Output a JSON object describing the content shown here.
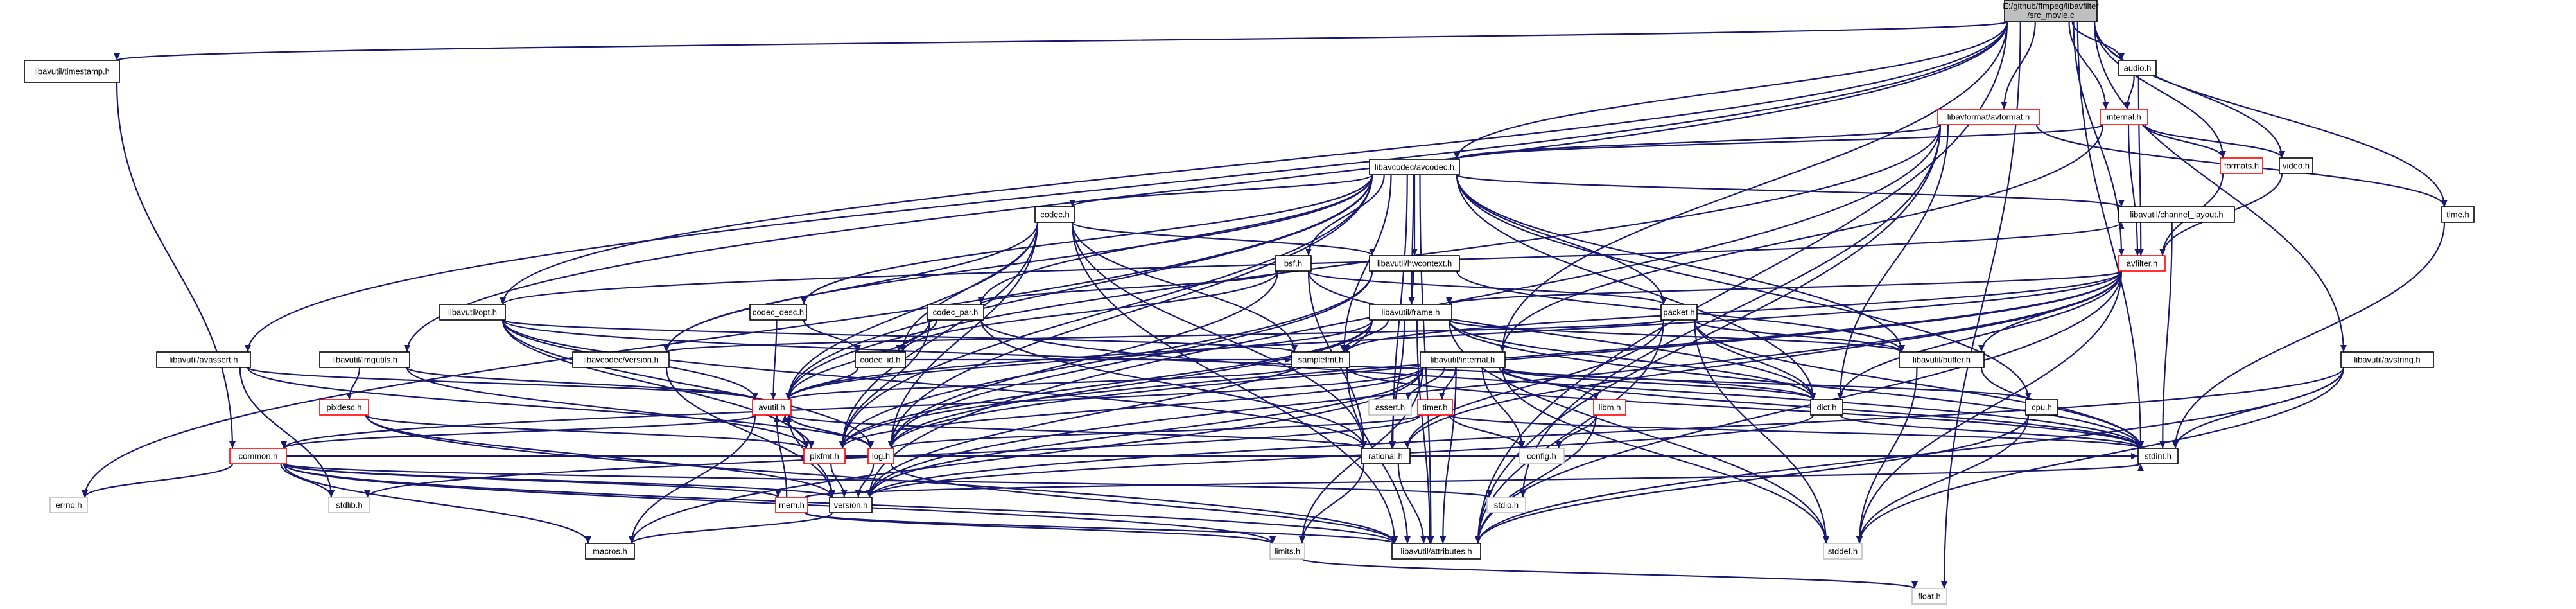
{
  "nodes": [
    {
      "id": "root",
      "label": "E:/github/ffmpeg/libavfilter/src_movie.c",
      "style": "root"
    },
    {
      "id": "timestamp",
      "label": "libavutil/timestamp.h",
      "style": "normal"
    },
    {
      "id": "audio",
      "label": "audio.h",
      "style": "normal"
    },
    {
      "id": "avformat",
      "label": "libavformat/avformat.h",
      "style": "red"
    },
    {
      "id": "internal",
      "label": "internal.h",
      "style": "red"
    },
    {
      "id": "avcodec",
      "label": "libavcodec/avcodec.h",
      "style": "normal"
    },
    {
      "id": "formats",
      "label": "formats.h",
      "style": "red"
    },
    {
      "id": "video",
      "label": "video.h",
      "style": "normal"
    },
    {
      "id": "codec",
      "label": "codec.h",
      "style": "normal"
    },
    {
      "id": "channel_layout",
      "label": "libavutil/channel_layout.h",
      "style": "normal"
    },
    {
      "id": "time",
      "label": "time.h",
      "style": "normal"
    },
    {
      "id": "bsf",
      "label": "bsf.h",
      "style": "normal"
    },
    {
      "id": "hwcontext",
      "label": "libavutil/hwcontext.h",
      "style": "normal"
    },
    {
      "id": "avfilter",
      "label": "avfilter.h",
      "style": "red"
    },
    {
      "id": "opt",
      "label": "libavutil/opt.h",
      "style": "normal"
    },
    {
      "id": "codec_desc",
      "label": "codec_desc.h",
      "style": "normal"
    },
    {
      "id": "codec_par",
      "label": "codec_par.h",
      "style": "normal"
    },
    {
      "id": "frame",
      "label": "libavutil/frame.h",
      "style": "normal"
    },
    {
      "id": "packet",
      "label": "packet.h",
      "style": "normal"
    },
    {
      "id": "avassert",
      "label": "libavutil/avassert.h",
      "style": "normal"
    },
    {
      "id": "imgutils",
      "label": "libavutil/imgutils.h",
      "style": "normal"
    },
    {
      "id": "lavcversion",
      "label": "libavcodec/version.h",
      "style": "normal"
    },
    {
      "id": "codec_id",
      "label": "codec_id.h",
      "style": "normal"
    },
    {
      "id": "samplefmt",
      "label": "samplefmt.h",
      "style": "normal"
    },
    {
      "id": "lavuinternal",
      "label": "libavutil/internal.h",
      "style": "normal"
    },
    {
      "id": "buffer",
      "label": "libavutil/buffer.h",
      "style": "normal"
    },
    {
      "id": "avstring",
      "label": "libavutil/avstring.h",
      "style": "normal"
    },
    {
      "id": "pixdesc",
      "label": "pixdesc.h",
      "style": "red"
    },
    {
      "id": "avutil",
      "label": "avutil.h",
      "style": "red"
    },
    {
      "id": "assert",
      "label": "assert.h",
      "style": "gray"
    },
    {
      "id": "timer",
      "label": "timer.h",
      "style": "red"
    },
    {
      "id": "libm",
      "label": "libm.h",
      "style": "red"
    },
    {
      "id": "dict",
      "label": "dict.h",
      "style": "normal"
    },
    {
      "id": "cpu",
      "label": "cpu.h",
      "style": "normal"
    },
    {
      "id": "common",
      "label": "common.h",
      "style": "red"
    },
    {
      "id": "pixfmt",
      "label": "pixfmt.h",
      "style": "red"
    },
    {
      "id": "log",
      "label": "log.h",
      "style": "red"
    },
    {
      "id": "config",
      "label": "config.h",
      "style": "gray"
    },
    {
      "id": "rational",
      "label": "rational.h",
      "style": "normal"
    },
    {
      "id": "stdint",
      "label": "stdint.h",
      "style": "normal"
    },
    {
      "id": "errno",
      "label": "errno.h",
      "style": "gray"
    },
    {
      "id": "stdlib",
      "label": "stdlib.h",
      "style": "gray"
    },
    {
      "id": "mem",
      "label": "mem.h",
      "style": "red"
    },
    {
      "id": "version",
      "label": "version.h",
      "style": "normal"
    },
    {
      "id": "stdio",
      "label": "stdio.h",
      "style": "gray"
    },
    {
      "id": "macros",
      "label": "macros.h",
      "style": "normal"
    },
    {
      "id": "limits",
      "label": "limits.h",
      "style": "gray"
    },
    {
      "id": "attributes",
      "label": "libavutil/attributes.h",
      "style": "normal"
    },
    {
      "id": "stddef",
      "label": "stddef.h",
      "style": "gray"
    },
    {
      "id": "float",
      "label": "float.h",
      "style": "gray"
    }
  ],
  "edges": [
    [
      "root",
      "timestamp"
    ],
    [
      "root",
      "audio"
    ],
    [
      "root",
      "avformat"
    ],
    [
      "root",
      "internal"
    ],
    [
      "root",
      "avcodec"
    ],
    [
      "root",
      "formats"
    ],
    [
      "root",
      "video"
    ],
    [
      "root",
      "opt"
    ],
    [
      "root",
      "avassert"
    ],
    [
      "root",
      "imgutils"
    ],
    [
      "root",
      "avfilter"
    ],
    [
      "root",
      "avstring"
    ],
    [
      "root",
      "lavuinternal"
    ],
    [
      "root",
      "attributes"
    ],
    [
      "root",
      "stdint"
    ],
    [
      "root",
      "float"
    ],
    [
      "root",
      "time"
    ],
    [
      "timestamp",
      "common"
    ],
    [
      "audio",
      "internal"
    ],
    [
      "audio",
      "avfilter"
    ],
    [
      "avformat",
      "avcodec"
    ],
    [
      "avformat",
      "time"
    ],
    [
      "avformat",
      "dict"
    ],
    [
      "avformat",
      "avutil"
    ],
    [
      "avformat",
      "attributes"
    ],
    [
      "avformat",
      "stdio"
    ],
    [
      "avformat",
      "version"
    ],
    [
      "internal",
      "avcodec"
    ],
    [
      "internal",
      "formats"
    ],
    [
      "internal",
      "video"
    ],
    [
      "internal",
      "avfilter"
    ],
    [
      "internal",
      "lavuinternal"
    ],
    [
      "formats",
      "avfilter"
    ],
    [
      "video",
      "avfilter"
    ],
    [
      "avcodec",
      "codec"
    ],
    [
      "avcodec",
      "channel_layout"
    ],
    [
      "avcodec",
      "bsf"
    ],
    [
      "avcodec",
      "hwcontext"
    ],
    [
      "avcodec",
      "frame"
    ],
    [
      "avcodec",
      "packet"
    ],
    [
      "avcodec",
      "codec_desc"
    ],
    [
      "avcodec",
      "codec_par"
    ],
    [
      "avcodec",
      "lavcversion"
    ],
    [
      "avcodec",
      "samplefmt"
    ],
    [
      "avcodec",
      "buffer"
    ],
    [
      "avcodec",
      "dict"
    ],
    [
      "avcodec",
      "log"
    ],
    [
      "avcodec",
      "pixfmt"
    ],
    [
      "avcodec",
      "rational"
    ],
    [
      "avcodec",
      "avutil"
    ],
    [
      "avcodec",
      "errno"
    ],
    [
      "avcodec",
      "attributes"
    ],
    [
      "avcodec",
      "cpu"
    ],
    [
      "codec",
      "hwcontext"
    ],
    [
      "codec",
      "codec_id"
    ],
    [
      "codec",
      "samplefmt"
    ],
    [
      "codec",
      "lavcversion"
    ],
    [
      "codec",
      "avutil"
    ],
    [
      "codec",
      "log"
    ],
    [
      "codec",
      "pixfmt"
    ],
    [
      "codec",
      "rational"
    ],
    [
      "codec",
      "attributes"
    ],
    [
      "channel_layout",
      "stdint"
    ],
    [
      "time",
      "stdint"
    ],
    [
      "bsf",
      "codec_id"
    ],
    [
      "bsf",
      "codec_par"
    ],
    [
      "bsf",
      "packet"
    ],
    [
      "bsf",
      "dict"
    ],
    [
      "bsf",
      "log"
    ],
    [
      "bsf",
      "rational"
    ],
    [
      "hwcontext",
      "buffer"
    ],
    [
      "hwcontext",
      "frame"
    ],
    [
      "hwcontext",
      "log"
    ],
    [
      "hwcontext",
      "pixfmt"
    ],
    [
      "avfilter",
      "frame"
    ],
    [
      "avfilter",
      "samplefmt"
    ],
    [
      "avfilter",
      "buffer"
    ],
    [
      "avfilter",
      "dict"
    ],
    [
      "avfilter",
      "log"
    ],
    [
      "avfilter",
      "pixfmt"
    ],
    [
      "avfilter",
      "rational"
    ],
    [
      "avfilter",
      "attributes"
    ],
    [
      "avfilter",
      "avutil"
    ],
    [
      "avfilter",
      "stddef"
    ],
    [
      "avfilter",
      "version"
    ],
    [
      "opt",
      "samplefmt"
    ],
    [
      "opt",
      "avutil"
    ],
    [
      "opt",
      "dict"
    ],
    [
      "opt",
      "log"
    ],
    [
      "opt",
      "pixfmt"
    ],
    [
      "opt",
      "rational"
    ],
    [
      "opt",
      "channel_layout"
    ],
    [
      "codec_desc",
      "codec_id"
    ],
    [
      "codec_desc",
      "avutil"
    ],
    [
      "codec_par",
      "codec_id"
    ],
    [
      "codec_par",
      "avutil"
    ],
    [
      "codec_par",
      "pixfmt"
    ],
    [
      "codec_par",
      "rational"
    ],
    [
      "codec_par",
      "stdint"
    ],
    [
      "frame",
      "buffer"
    ],
    [
      "frame",
      "dict"
    ],
    [
      "frame",
      "samplefmt"
    ],
    [
      "frame",
      "avutil"
    ],
    [
      "frame",
      "log"
    ],
    [
      "frame",
      "pixfmt"
    ],
    [
      "frame",
      "rational"
    ],
    [
      "frame",
      "stddef"
    ],
    [
      "frame",
      "stdint"
    ],
    [
      "frame",
      "attributes"
    ],
    [
      "frame",
      "version"
    ],
    [
      "packet",
      "buffer"
    ],
    [
      "packet",
      "dict"
    ],
    [
      "packet",
      "rational"
    ],
    [
      "packet",
      "attributes"
    ],
    [
      "packet",
      "stddef"
    ],
    [
      "packet",
      "stdint"
    ],
    [
      "packet",
      "lavcversion"
    ],
    [
      "avassert",
      "avutil"
    ],
    [
      "avassert",
      "log"
    ],
    [
      "avassert",
      "stdlib"
    ],
    [
      "imgutils",
      "avutil"
    ],
    [
      "imgutils",
      "pixdesc"
    ],
    [
      "imgutils",
      "pixfmt"
    ],
    [
      "lavcversion",
      "version"
    ],
    [
      "codec_id",
      "avutil"
    ],
    [
      "codec_id",
      "samplefmt"
    ],
    [
      "samplefmt",
      "avutil"
    ],
    [
      "samplefmt",
      "attributes"
    ],
    [
      "samplefmt",
      "stdint"
    ],
    [
      "lavuinternal",
      "assert"
    ],
    [
      "lavuinternal",
      "timer"
    ],
    [
      "lavuinternal",
      "libm"
    ],
    [
      "lavuinternal",
      "dict"
    ],
    [
      "lavuinternal",
      "cpu"
    ],
    [
      "lavuinternal",
      "config"
    ],
    [
      "lavuinternal",
      "attributes"
    ],
    [
      "lavuinternal",
      "stdint"
    ],
    [
      "lavuinternal",
      "stddef"
    ],
    [
      "lavuinternal",
      "limits"
    ],
    [
      "lavuinternal",
      "common"
    ],
    [
      "lavuinternal",
      "pixfmt"
    ],
    [
      "lavuinternal",
      "version"
    ],
    [
      "lavuinternal",
      "macros"
    ],
    [
      "buffer",
      "stdint"
    ],
    [
      "buffer",
      "stddef"
    ],
    [
      "avstring",
      "stdint"
    ],
    [
      "avstring",
      "stddef"
    ],
    [
      "avstring",
      "attributes"
    ],
    [
      "avstring",
      "version"
    ],
    [
      "pixdesc",
      "pixfmt"
    ],
    [
      "pixdesc",
      "version"
    ],
    [
      "pixdesc",
      "attributes"
    ],
    [
      "avutil",
      "common"
    ],
    [
      "avutil",
      "error"
    ],
    [
      "avutil",
      "rational"
    ],
    [
      "avutil",
      "version"
    ],
    [
      "avutil",
      "macros"
    ],
    [
      "avutil",
      "mathematics"
    ],
    [
      "avutil",
      "log"
    ],
    [
      "avutil",
      "pixfmt"
    ],
    [
      "timer",
      "config"
    ],
    [
      "timer",
      "stdlib"
    ],
    [
      "timer",
      "log"
    ],
    [
      "timer",
      "stdint"
    ],
    [
      "libm",
      "config"
    ],
    [
      "libm",
      "attributes"
    ],
    [
      "dict",
      "stdint"
    ],
    [
      "dict",
      "version"
    ],
    [
      "cpu",
      "attributes"
    ],
    [
      "cpu",
      "stddef"
    ],
    [
      "common",
      "errno"
    ],
    [
      "common",
      "stdlib"
    ],
    [
      "common",
      "stdio"
    ],
    [
      "common",
      "macros"
    ],
    [
      "common",
      "limits"
    ],
    [
      "common",
      "attributes"
    ],
    [
      "common",
      "stdint"
    ],
    [
      "common",
      "mem"
    ],
    [
      "common",
      "version"
    ],
    [
      "pixfmt",
      "avutil"
    ],
    [
      "pixfmt",
      "version"
    ],
    [
      "log",
      "avutil"
    ],
    [
      "log",
      "attributes"
    ],
    [
      "log",
      "version"
    ],
    [
      "rational",
      "stdint"
    ],
    [
      "rational",
      "limits"
    ],
    [
      "rational",
      "attributes"
    ],
    [
      "mem",
      "attributes"
    ],
    [
      "mem",
      "avutil"
    ],
    [
      "mem",
      "stdint"
    ],
    [
      "mem",
      "limits"
    ],
    [
      "version",
      "macros"
    ],
    [
      "limits",
      "float"
    ]
  ]
}
